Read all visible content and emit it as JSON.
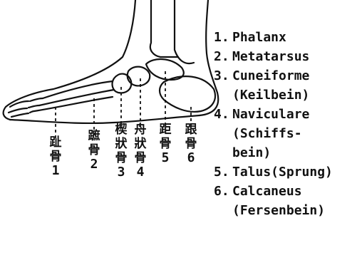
{
  "legend": [
    {
      "num": "1.",
      "lines": [
        "Phalanx"
      ]
    },
    {
      "num": "2.",
      "lines": [
        "Metatarsus"
      ]
    },
    {
      "num": "3.",
      "lines": [
        "Cuneiforme",
        "(Keilbein)"
      ]
    },
    {
      "num": "4.",
      "lines": [
        "Naviculare",
        "(Schiffs-",
        "bein)"
      ]
    },
    {
      "num": "5.",
      "lines": [
        "Talus(Sprung)"
      ]
    },
    {
      "num": "6.",
      "lines": [
        "Calcaneus",
        "(Fersenbein)"
      ]
    }
  ],
  "chinese_labels": [
    {
      "chars": [
        "趾",
        "骨"
      ],
      "num": "1"
    },
    {
      "chars": [
        "蹠",
        "骨"
      ],
      "num": "2"
    },
    {
      "chars": [
        "楔",
        "狀",
        "骨"
      ],
      "num": "3"
    },
    {
      "chars": [
        "舟",
        "狀",
        "骨"
      ],
      "num": "4"
    },
    {
      "chars": [
        "距",
        "骨"
      ],
      "num": "5"
    },
    {
      "chars": [
        "跟",
        "骨"
      ],
      "num": "6"
    }
  ]
}
